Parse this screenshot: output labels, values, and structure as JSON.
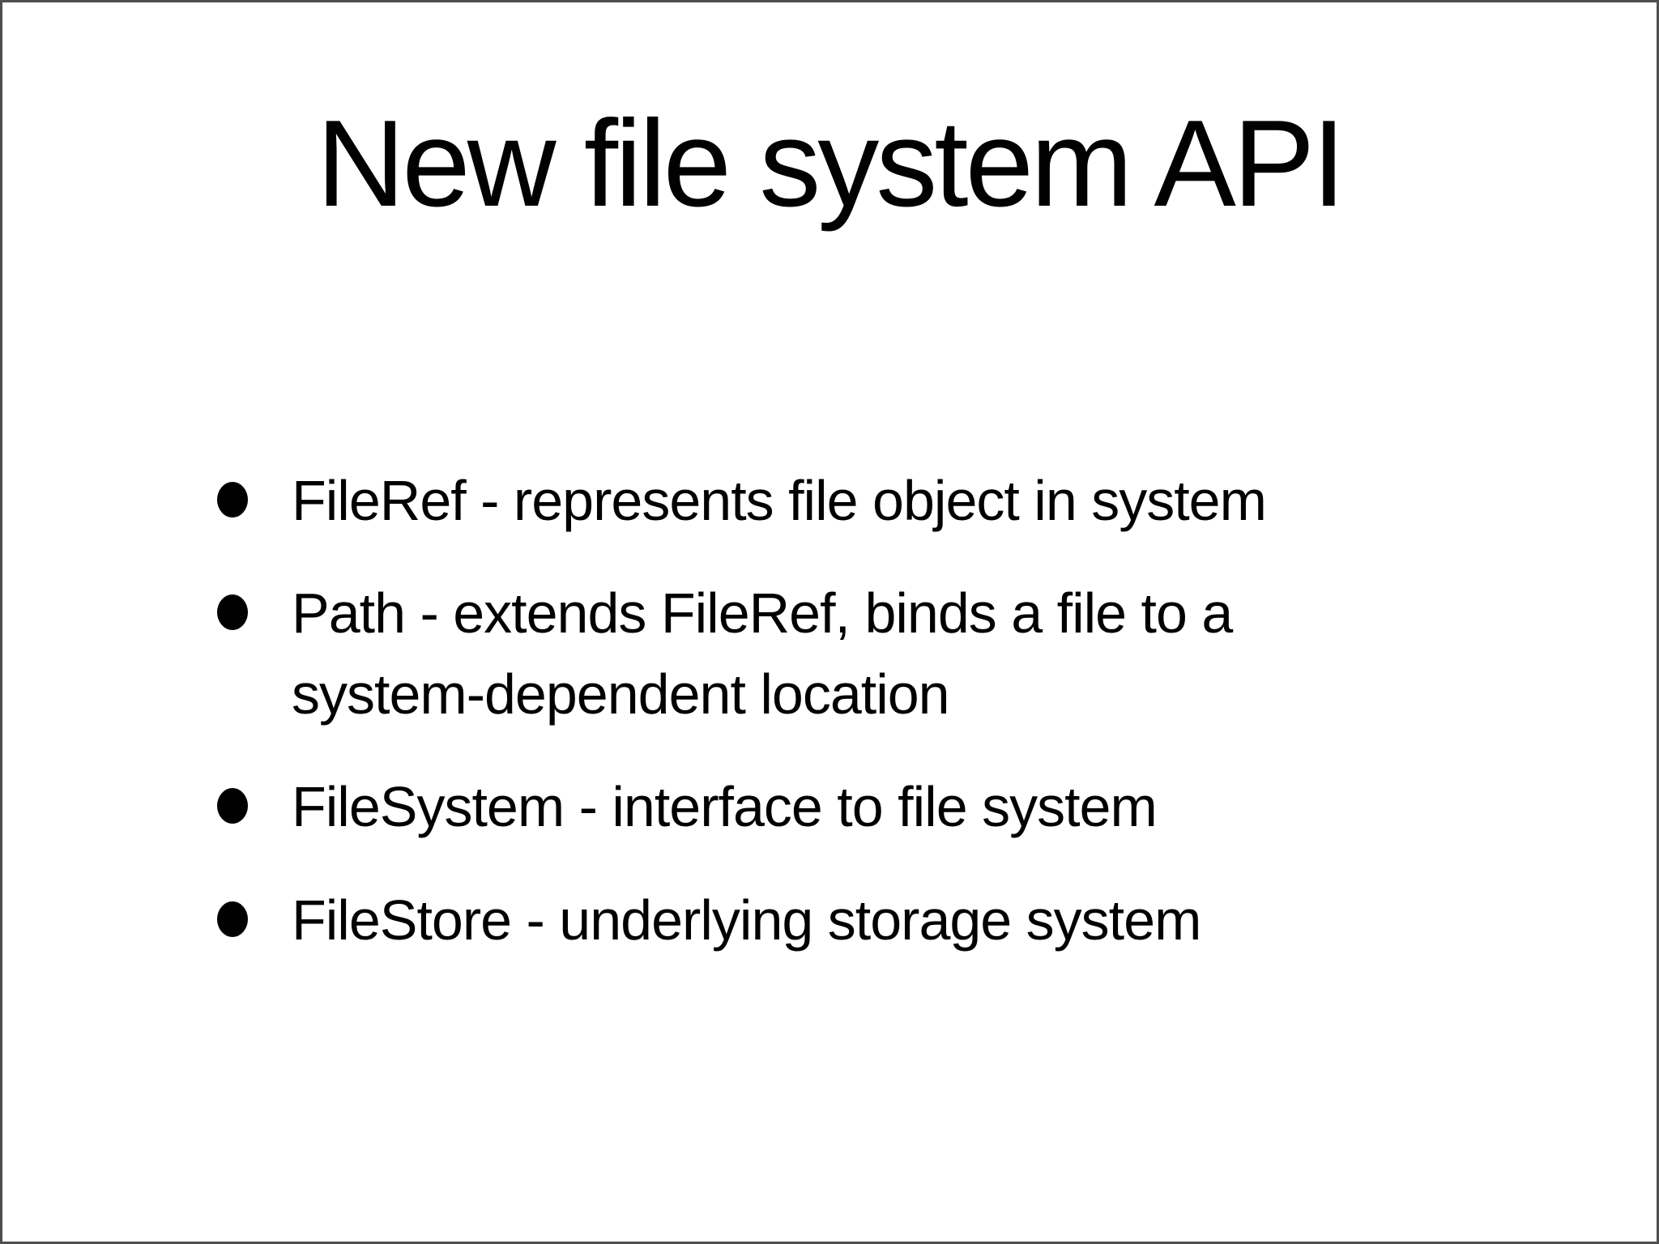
{
  "slide": {
    "title": "New file system API",
    "bullets": [
      "FileRef - represents file object in system",
      "Path - extends FileRef, binds a file to a system-dependent location",
      "FileSystem - interface to file system",
      "FileStore - underlying storage system"
    ]
  },
  "colors": {
    "text": "#010101",
    "background": "#ffffff",
    "border": "#4e4e4e"
  }
}
